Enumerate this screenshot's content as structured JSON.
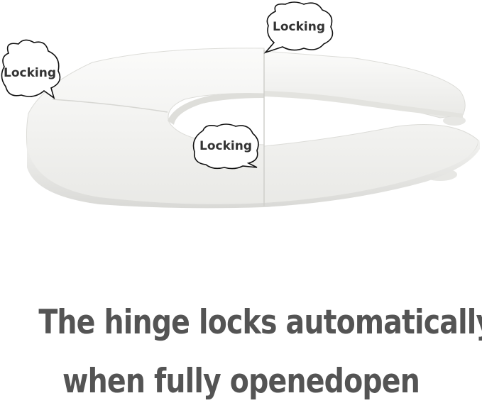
{
  "callouts": [
    {
      "label": "Locking"
    },
    {
      "label": "Locking"
    },
    {
      "label": "Locking"
    }
  ],
  "caption": {
    "line1": "The hinge locks automatically",
    "line2": "when fully openedopen"
  },
  "colors": {
    "seat": "#f4f4f2",
    "seat_shade": "#e6e6e3",
    "outline": "#111111",
    "caption": "#545454"
  }
}
